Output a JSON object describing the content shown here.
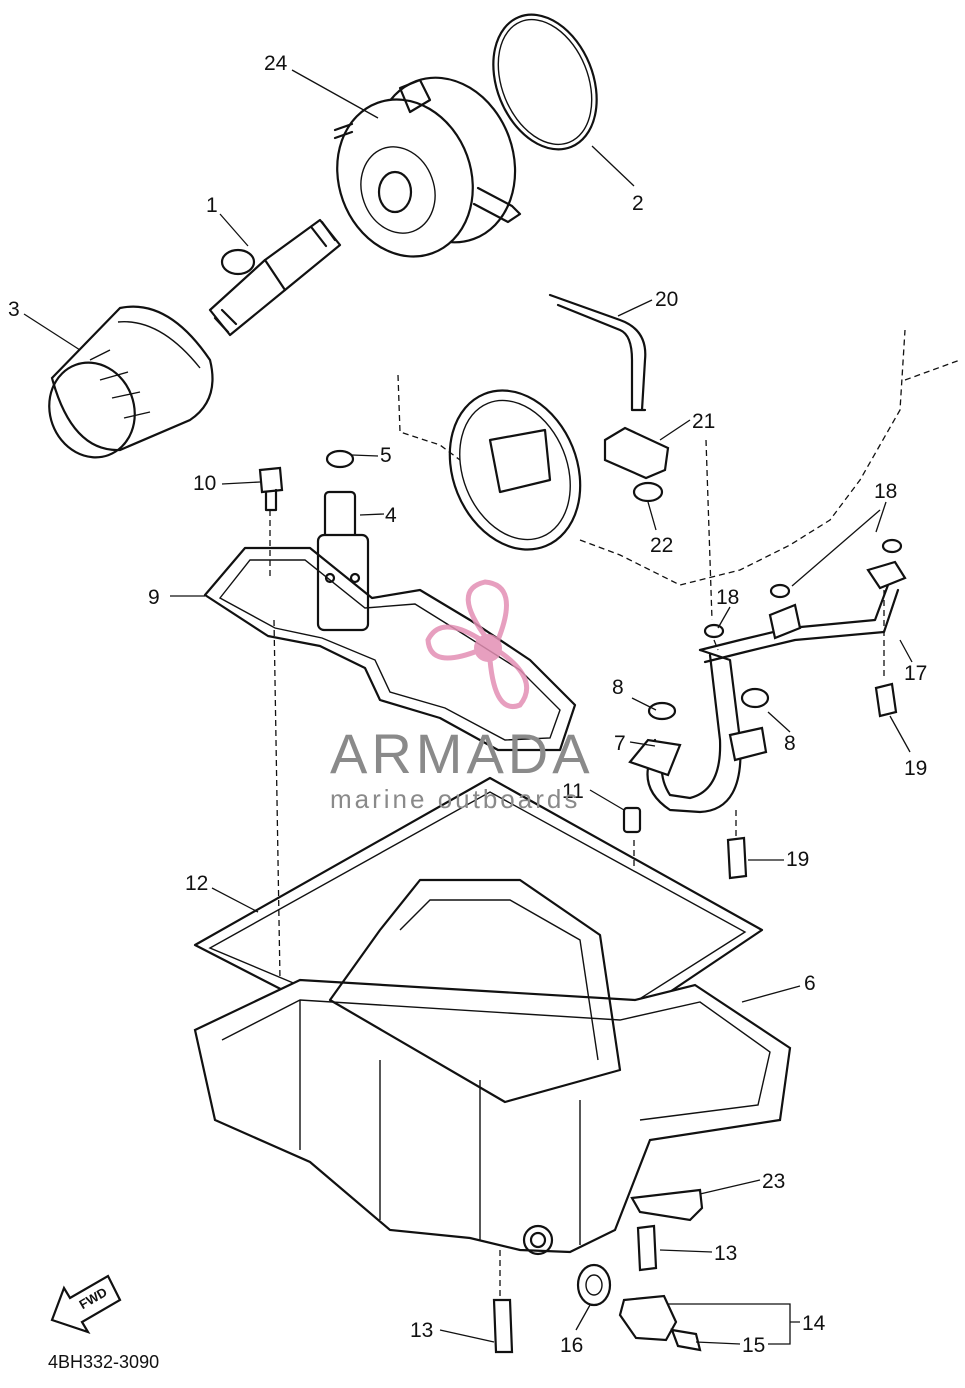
{
  "diagram": {
    "reference_code": "4BH332-3090",
    "callouts": [
      {
        "id": "c24",
        "label": "24"
      },
      {
        "id": "c2",
        "label": "2"
      },
      {
        "id": "c1",
        "label": "1"
      },
      {
        "id": "c3",
        "label": "3"
      },
      {
        "id": "c20",
        "label": "20"
      },
      {
        "id": "c21",
        "label": "21"
      },
      {
        "id": "c5",
        "label": "5"
      },
      {
        "id": "c10",
        "label": "10"
      },
      {
        "id": "c4",
        "label": "4"
      },
      {
        "id": "c22",
        "label": "22"
      },
      {
        "id": "c18a",
        "label": "18"
      },
      {
        "id": "c9",
        "label": "9"
      },
      {
        "id": "c18b",
        "label": "18"
      },
      {
        "id": "c17",
        "label": "17"
      },
      {
        "id": "c8a",
        "label": "8"
      },
      {
        "id": "c8b",
        "label": "8"
      },
      {
        "id": "c19a",
        "label": "19"
      },
      {
        "id": "c7",
        "label": "7"
      },
      {
        "id": "c11",
        "label": "11"
      },
      {
        "id": "c19b",
        "label": "19"
      },
      {
        "id": "c12",
        "label": "12"
      },
      {
        "id": "c6",
        "label": "6"
      },
      {
        "id": "c23",
        "label": "23"
      },
      {
        "id": "c13a",
        "label": "13"
      },
      {
        "id": "c14",
        "label": "14"
      },
      {
        "id": "c15",
        "label": "15"
      },
      {
        "id": "c13b",
        "label": "13"
      },
      {
        "id": "c16",
        "label": "16"
      }
    ],
    "fwd_arrow_label": "FWD"
  },
  "watermark": {
    "brand": "ARMADA",
    "tagline": "marine outboards",
    "brand_color": "#e38fb4"
  }
}
